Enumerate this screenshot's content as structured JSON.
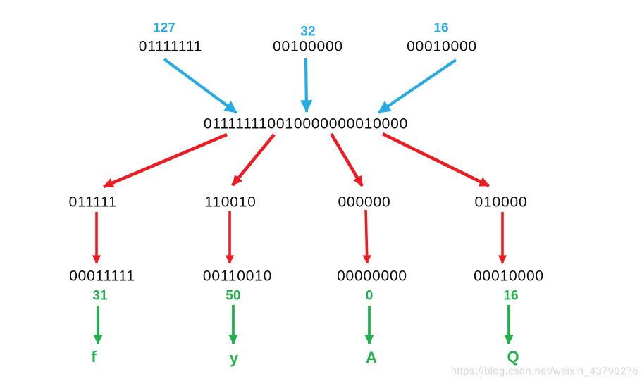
{
  "colors": {
    "blue_arrow": "#29ABE2",
    "red_arrow": "#EC1C24",
    "green_arrow": "#22B04D",
    "binary_text": "#0D0D0D",
    "watermark_gray": "#D9D9DC",
    "background": "#FFFFFF"
  },
  "diagram": {
    "type": "base64-encoding-flow",
    "inputs": [
      {
        "decimal": "127",
        "binary": "01111111"
      },
      {
        "decimal": "32",
        "binary": "00100000"
      },
      {
        "decimal": "16",
        "binary": "00010000"
      }
    ],
    "combined_binary": "011111110010000000010000",
    "groups": [
      {
        "six_bit": "011111",
        "eight_bit": "00011111",
        "decimal": "31",
        "char": "f"
      },
      {
        "six_bit": "110010",
        "eight_bit": "00110010",
        "decimal": "50",
        "char": "y"
      },
      {
        "six_bit": "000000",
        "eight_bit": "00000000",
        "decimal": "0",
        "char": "A"
      },
      {
        "six_bit": "010000",
        "eight_bit": "00010000",
        "decimal": "16",
        "char": "Q"
      }
    ],
    "watermark": "https://blog.csdn.net/weixin_43790276"
  }
}
